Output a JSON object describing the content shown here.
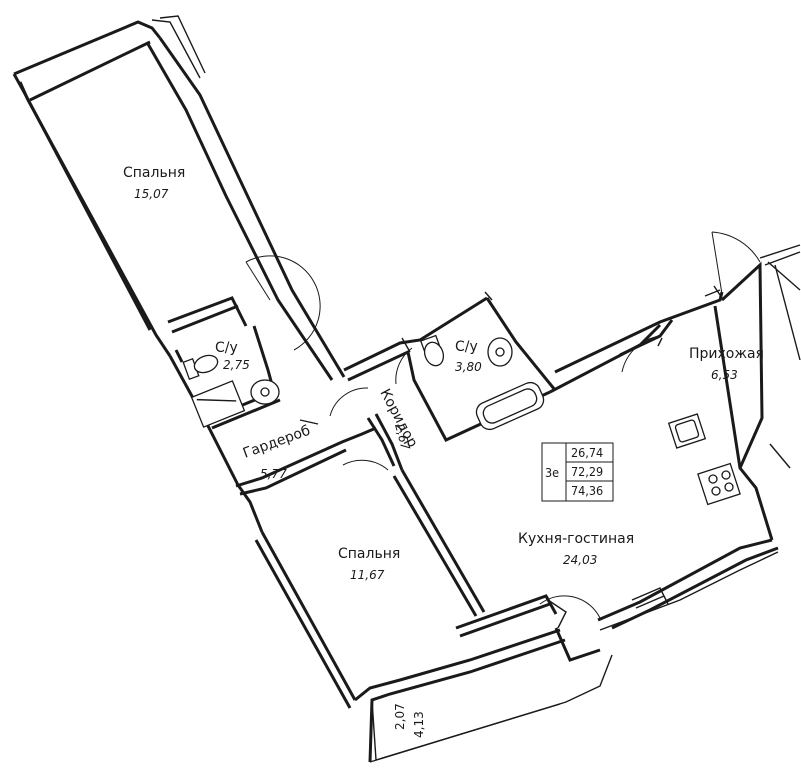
{
  "rooms": {
    "bedroom_1": {
      "name": "Спальня",
      "area": "15,07"
    },
    "bath_1": {
      "name": "С/у",
      "area": "2,75"
    },
    "wardrobe": {
      "name": "Гардероб",
      "area": "5,77"
    },
    "corridor": {
      "name": "Коридор",
      "area": "2,67"
    },
    "bath_2": {
      "name": "С/у",
      "area": "3,80"
    },
    "hallway": {
      "name": "Прихожая",
      "area": "6,53"
    },
    "bedroom_2": {
      "name": "Спальня",
      "area": "11,67"
    },
    "kitchen": {
      "name": "Кухня-гостиная",
      "area": "24,03"
    },
    "balcony": {
      "area_1": "2,07",
      "area_2": "4,13"
    }
  },
  "summary": {
    "floor": "3е",
    "living": "26,74",
    "total": "72,29",
    "with_balcony": "74,36"
  }
}
